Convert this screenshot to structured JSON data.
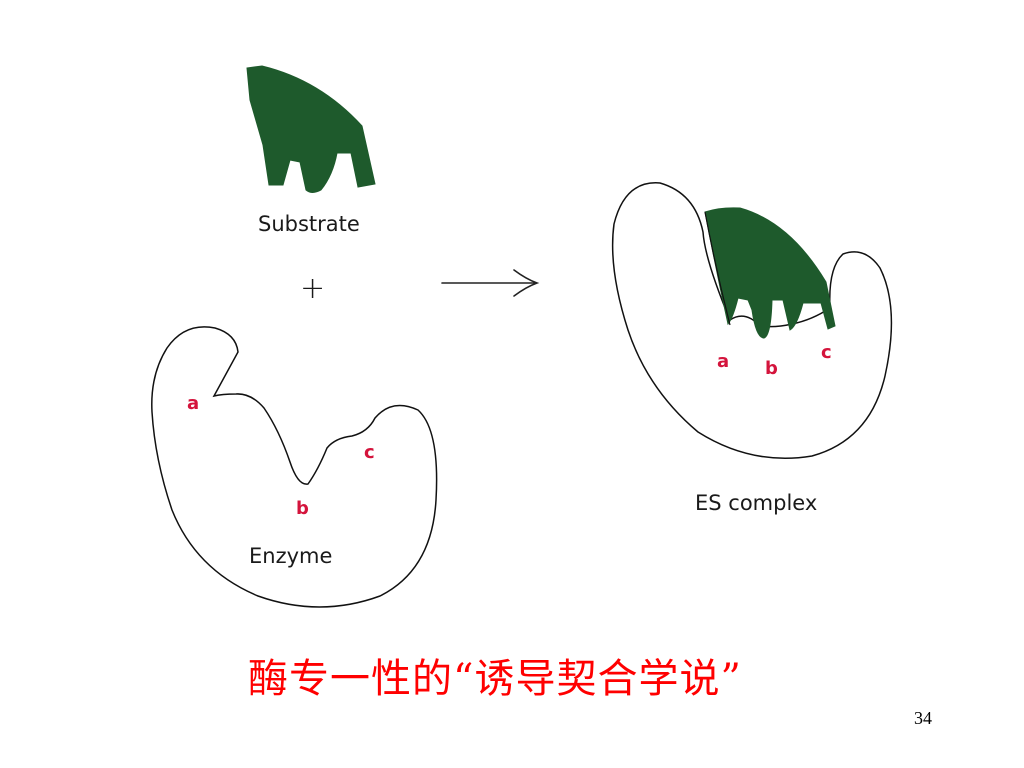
{
  "diagram": {
    "substrate_label": "Substrate",
    "plus_sign": "+",
    "enzyme_label": "Enzyme",
    "es_complex_label": "ES complex",
    "enzyme_sites": {
      "a": "a",
      "b": "b",
      "c": "c"
    },
    "complex_sites": {
      "a": "a",
      "b": "b",
      "c": "c"
    }
  },
  "caption": "酶专一性的“诱导契合学说”",
  "page_number": "34",
  "colors": {
    "substrate": "#1e5a2c",
    "site_labels": "#d4143c",
    "caption": "#ff0000",
    "outline": "#000000"
  }
}
